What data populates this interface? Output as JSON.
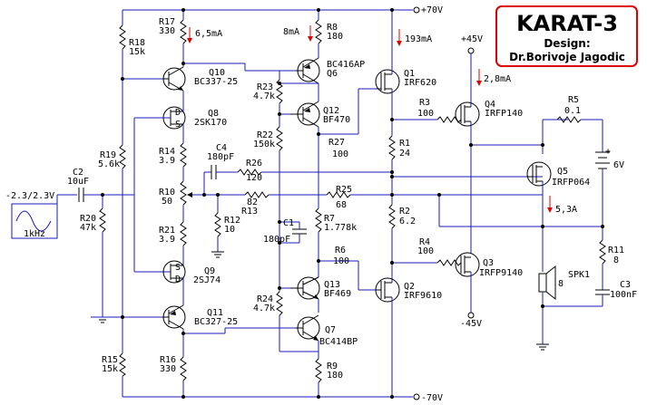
{
  "title_box": {
    "name": "KARAT-3",
    "line1": "Design:",
    "line2": "Dr.Borivoje Jagodic"
  },
  "rails": {
    "pos": "+70V",
    "neg": "-70V",
    "pos45": "+45V",
    "neg45": "-45V"
  },
  "currents": {
    "q10": "6,5mA",
    "q6": "8mA",
    "q1": "193mA",
    "q4": "2,8mA",
    "out": "5,3A"
  },
  "source": {
    "range": "-2.3/2.3V",
    "freq": "1kHz"
  },
  "labels": {
    "C2": "C2",
    "C2v": "10uF",
    "R20": "R20",
    "R20v": "47k",
    "R19": "R19",
    "R19v": "5.6k",
    "R18": "R18",
    "R18v": "15k",
    "R17": "R17",
    "R17v": "330",
    "R15": "R15",
    "R15v": "15k",
    "R16": "R16",
    "R16v": "330",
    "R14": "R14",
    "R14v": "3.9",
    "R10": "R10",
    "R10v": "50",
    "R21": "R21",
    "R21v": "3.9",
    "R12": "R12",
    "R12v": "10",
    "R13": "R13",
    "C4": "C4",
    "C4v": "180pF",
    "R26": "R26",
    "R26v": "120",
    "R25": "R25",
    "R25v": "68",
    "R82": "82",
    "R23": "R23",
    "R23v": "4.7k",
    "R22": "R22",
    "R22v": "150k",
    "R24": "R24",
    "R24v": "4.7k",
    "R7": "R7",
    "R7v": "1.778k",
    "C1": "C1",
    "C1v": "180pF",
    "R8": "R8",
    "R8v": "180",
    "R9": "R9",
    "R9v": "180",
    "R27": "R27",
    "R27v": "100",
    "R6": "R6",
    "R6v": "100",
    "R3": "R3",
    "R3v": "100",
    "R4": "R4",
    "R4v": "100",
    "R1": "R1",
    "R1v": "24",
    "R2": "R2",
    "R2v": "6.2",
    "R5": "R5",
    "R5v": "0.1",
    "R11": "R11",
    "R11v": "8",
    "C3": "C3",
    "C3v": "100nF",
    "bat": "6V",
    "spk": "SPK1",
    "spkv": "8",
    "Q10": "Q10",
    "Q10v": "BC337-25",
    "Q8": "Q8",
    "Q8v": "2SK170",
    "Q9": "Q9",
    "Q9v": "2SJ74",
    "Q11": "Q11",
    "Q11v": "BC327-25",
    "Q6": "Q6",
    "Q6v": "BC416AP",
    "Q12": "Q12",
    "Q12v": "BF470",
    "Q13": "Q13",
    "Q13v": "BF469",
    "Q7": "Q7",
    "Q7v": "BC414BP",
    "Q1": "Q1",
    "Q1v": "IRF620",
    "Q2": "Q2",
    "Q2v": "IRF9610",
    "Q4": "Q4",
    "Q4v": "IRFP140",
    "Q3": "Q3",
    "Q3v": "IRFP9140",
    "Q5": "Q5",
    "Q5v": "IRFP064"
  }
}
